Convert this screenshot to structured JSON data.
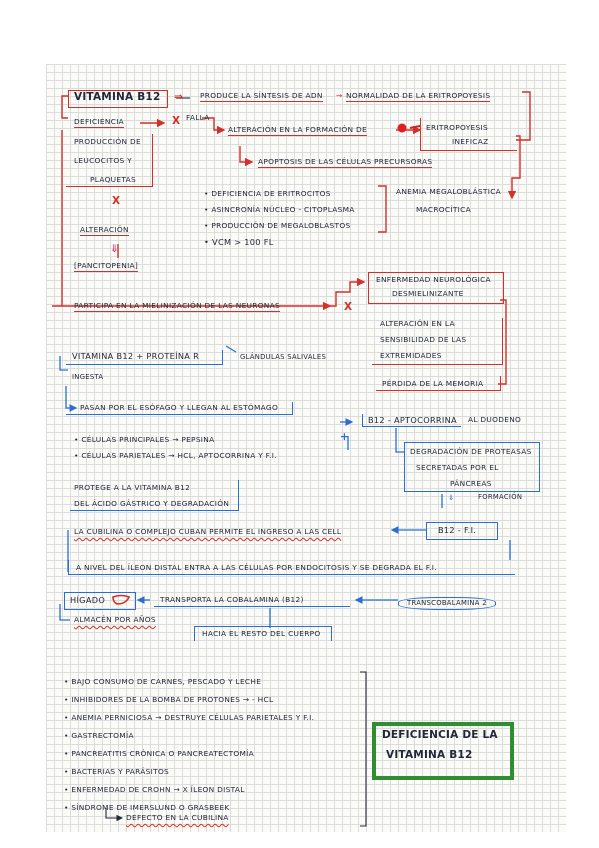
{
  "colors": {
    "red": "#d2302a",
    "blue": "#2a6fd0",
    "green": "#3aa63a",
    "ink": "#23283a"
  },
  "top": {
    "title": "VITAMINA B12",
    "arrow": "⇒",
    "produce": "PRODUCE LA SÍNTESIS DE ADN",
    "normalidad": "NORMALIDAD DE LA ERITROPOYESIS"
  },
  "deficiencia": {
    "label": "DEFICIENCIA",
    "x1": "X",
    "falla": "FALLA",
    "alteracion": "ALTERACIÓN EN LA FORMACIÓN DE",
    "eritro_1": "ERITROPOYESIS",
    "eritro_2": "INEFICAZ",
    "apoptosis": "APOPTOSIS DE LAS CÉLULAS PRECURSORAS",
    "produccion": [
      "PRODUCCIÓN DE",
      "LEUCOCITOS Y",
      "PLAQUETAS"
    ],
    "x2": "X",
    "alteracion2": "ALTERACIÓN",
    "pancitopenia": "[PANCITOPENIA]",
    "bullets": [
      "DEFICIENCIA DE ERITROCITOS",
      "ASINCRONÍA NÚCLEO - CITOPLASMA",
      "PRODUCCIÓN DE MEGALOBLASTOS",
      "VCM > 100 fl"
    ],
    "anemia_1": "ANEMIA MEGALOBLÁSTICA",
    "anemia_2": "MACROCÍTICA"
  },
  "neuro": {
    "participa": "PARTICIPA EN LA MIELINIZACIÓN DE LAS NEURONAS",
    "x3": "X",
    "enf_1": "ENFERMEDAD NEUROLÓGICA",
    "enf_2": "DESMIELINIZANTE",
    "alt_1": "ALTERACIÓN EN LA",
    "alt_2": "SENSIBILIDAD DE LAS",
    "alt_3": "EXTREMIDADES",
    "perdida": "PÉRDIDA DE LA MEMORIA"
  },
  "absorcion": {
    "vit_r": "VITAMINA B12 + PROTEÍNA R",
    "glandulas": "GLÁNDULAS SALIVALES",
    "ingesta": "INGESTA",
    "pasan": "PASAN POR EL ESÓFAGO Y LLEGAN AL ESTÓMAGO",
    "celulas_1": "CÉLULAS PRINCIPALES → PEPSINA",
    "celulas_2": "CÉLULAS PARIETALES → HCl, APTOCORRINA Y F.I.",
    "plus": "+",
    "b12_apto": "B12 - APTOCORRINA",
    "al_duodeno": "AL DUODENO",
    "degradacion_1": "DEGRADACIÓN DE PROTEASAS",
    "degradacion_2": "SECRETADAS POR EL",
    "degradacion_3": "PÁNCREAS",
    "formacion": "FORMACIÓN",
    "protege_1": "PROTEGE A LA VITAMINA B12",
    "protege_2": "DEL ÁCIDO GÁSTRICO Y DEGRADACIÓN",
    "cubilina": "LA CUBILINA O COMPLEJO CUBAN PERMITE EL INGRESO A LAS CELL",
    "b12_fi": "B12 - F.I.",
    "ileon": "A NIVEL DEL ÍLEON DISTAL ENTRA A LAS CÉLULAS POR ENDOCITOSIS Y SE DEGRADA EL F.I.",
    "higado": "HÍGADO",
    "transporta": "TRANSPORTA LA COBALAMINA (B12)",
    "transcoba": "TRANSCOBALAMINA 2",
    "almacen": "ALMACÉN POR AÑOS",
    "hacia": "HACIA EL RESTO DEL CUERPO"
  },
  "causas": {
    "items": [
      "BAJO CONSUMO DE CARNES, PESCADO Y LECHE",
      "INHIBIDORES DE LA BOMBA DE PROTONES → - HCl",
      "ANEMIA PERNICIOSA → DESTRUYE CÉLULAS PARIETALES Y F.I.",
      "GASTRECTOMÍA",
      "PANCREATITIS CRÓNICA O PANCREATECTOMÍA",
      "BACTERIAS Y PARÁSITOS",
      "ENFERMEDAD DE CROHN → X ÍLEON DISTAL",
      "SÍNDROME DE IMERSLUND O GRASBEEK"
    ],
    "defecto": "DEFECTO EN LA CUBILINA",
    "box_1": "DEFICIENCIA DE LA",
    "box_2": "VITAMINA B12"
  }
}
